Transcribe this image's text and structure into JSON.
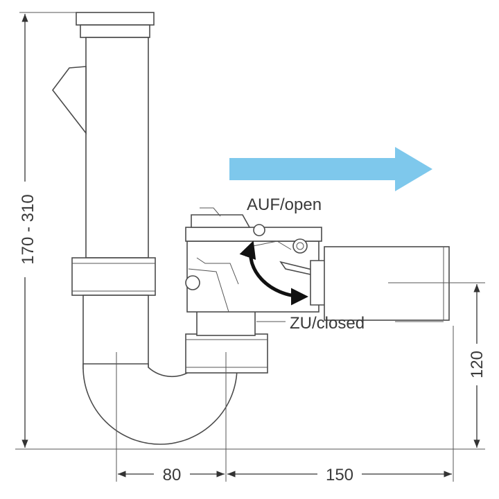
{
  "labels": {
    "open": "AUF/open",
    "closed": "ZU/closed"
  },
  "dimensions": {
    "height_range": "170 - 310",
    "outlet_height": "120",
    "trap_spacing": "80",
    "outlet_length": "150"
  },
  "colors": {
    "flow_arrow": "#7ec8ec",
    "line": "#4a4a4a"
  },
  "icons": {
    "flow_direction": "right-arrow"
  }
}
